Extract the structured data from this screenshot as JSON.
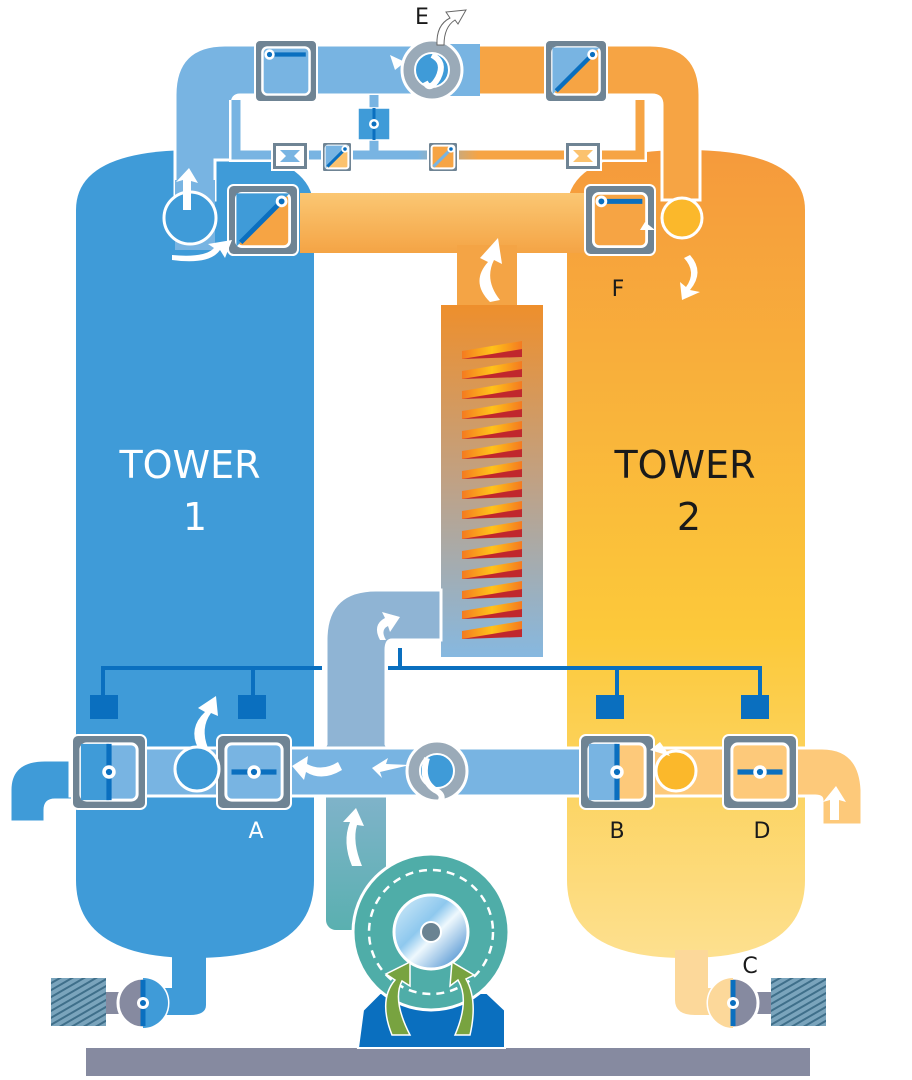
{
  "diagram": {
    "type": "heated-purge desiccant dryer schematic",
    "towers": [
      {
        "id": "tower-1",
        "title": "TOWER",
        "number": "1",
        "state": "adsorbing",
        "color": "#3f9bd8"
      },
      {
        "id": "tower-2",
        "title": "TOWER",
        "number": "2",
        "state": "regenerating",
        "color": "#f6a444"
      }
    ],
    "labels": {
      "A": "A",
      "B": "B",
      "C": "C",
      "D": "D",
      "E": "E",
      "F": "F"
    },
    "components": {
      "heater": "heater coil",
      "blower": "blower",
      "silencers": "muffler / silencer",
      "check_valves": "check valve"
    },
    "colors": {
      "dry_air_blue": "#3f9bd8",
      "pipe_blue": "#78b4e2",
      "hot_orange": "#f6a444",
      "pipe_orange": "#fbc26e",
      "valve_frame": "#6f8494",
      "actuator_blue": "#0a6fbf",
      "blower_teal": "#4fada8",
      "base_gray": "#868aa0",
      "text_white": "#ffffff",
      "text_black": "#1a1a1a"
    }
  }
}
